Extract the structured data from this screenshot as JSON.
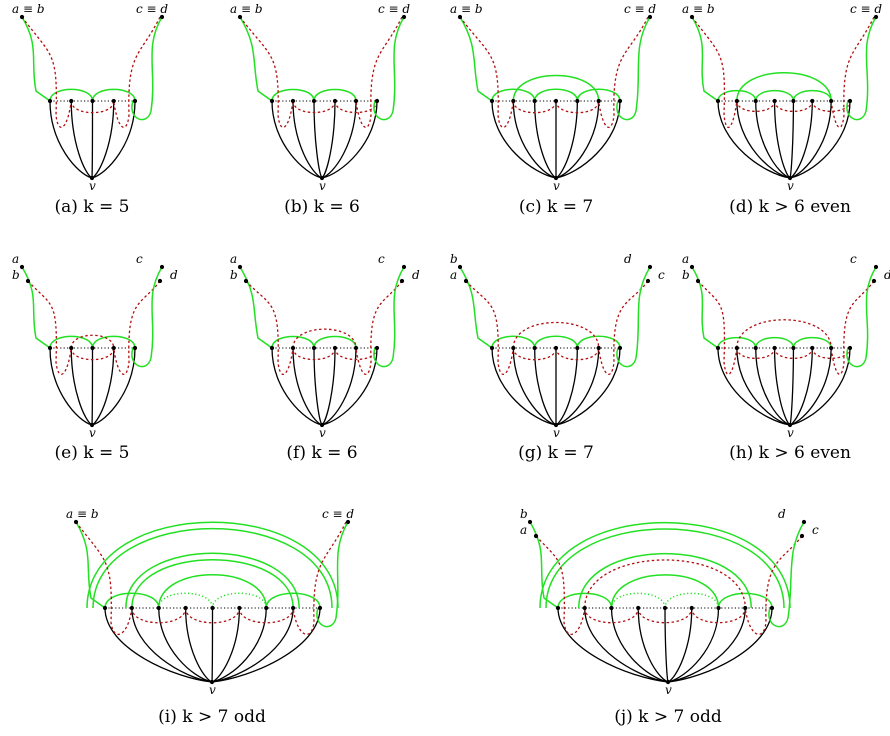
{
  "panels": [
    {
      "id": "a",
      "caption": "(a) k = 5",
      "k": 5,
      "mode": "eq",
      "odd_extended": false,
      "labels": {
        "left_top": "a ≡ b",
        "left_bottom": "",
        "right_top": "c ≡ d",
        "right_bottom": ""
      },
      "v": "v"
    },
    {
      "id": "b",
      "caption": "(b) k = 6",
      "k": 6,
      "mode": "eq",
      "odd_extended": false,
      "labels": {
        "left_top": "a ≡ b",
        "left_bottom": "",
        "right_top": "c ≡ d",
        "right_bottom": ""
      },
      "v": "v"
    },
    {
      "id": "c",
      "caption": "(c) k = 7",
      "k": 7,
      "mode": "eq",
      "odd_extended": false,
      "labels": {
        "left_top": "a ≡ b",
        "left_bottom": "",
        "right_top": "c ≡ d",
        "right_bottom": ""
      },
      "v": "v"
    },
    {
      "id": "d",
      "caption": "(d) k > 6 even",
      "k": 8,
      "mode": "eq",
      "odd_extended": false,
      "labels": {
        "left_top": "a ≡ b",
        "left_bottom": "",
        "right_top": "c ≡ d",
        "right_bottom": ""
      },
      "v": "v"
    },
    {
      "id": "e",
      "caption": "(e) k = 5",
      "k": 5,
      "mode": "sep",
      "odd_extended": false,
      "labels": {
        "left_top": "a",
        "left_bottom": "b",
        "right_top": "c",
        "right_bottom": "d"
      },
      "v": "v"
    },
    {
      "id": "f",
      "caption": "(f) k = 6",
      "k": 6,
      "mode": "sep",
      "odd_extended": false,
      "labels": {
        "left_top": "a",
        "left_bottom": "b",
        "right_top": "c",
        "right_bottom": "d"
      },
      "v": "v"
    },
    {
      "id": "g",
      "caption": "(g) k = 7",
      "k": 7,
      "mode": "sep",
      "odd_extended": false,
      "labels": {
        "left_top": "b",
        "left_bottom": "a",
        "right_top": "d",
        "right_bottom": "c"
      },
      "v": "v"
    },
    {
      "id": "h",
      "caption": "(h) k > 6 even",
      "k": 8,
      "mode": "sep",
      "odd_extended": false,
      "labels": {
        "left_top": "a",
        "left_bottom": "b",
        "right_top": "c",
        "right_bottom": "d"
      },
      "v": "v"
    },
    {
      "id": "i",
      "caption": "(i) k > 7 odd",
      "k": 9,
      "mode": "eq",
      "odd_extended": true,
      "labels": {
        "left_top": "a ≡ b",
        "left_bottom": "",
        "right_top": "c ≡ d",
        "right_bottom": ""
      },
      "v": "v"
    },
    {
      "id": "j",
      "caption": "(j) k > 7 odd",
      "k": 9,
      "mode": "sep",
      "odd_extended": true,
      "labels": {
        "left_top": "b",
        "left_bottom": "a",
        "right_top": "d",
        "right_bottom": "c"
      },
      "v": "v"
    }
  ],
  "colors": {
    "green": "#22e022",
    "red": "#b11010",
    "black": "#000000"
  }
}
